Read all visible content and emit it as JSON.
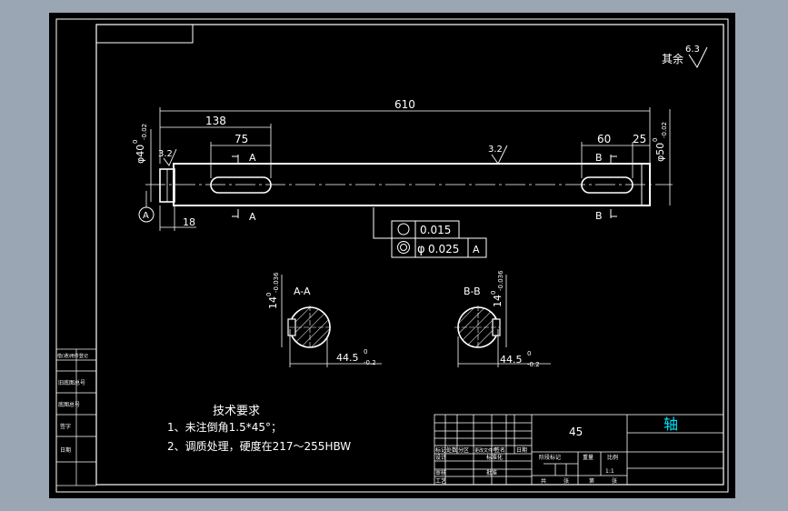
{
  "surface_roughness": {
    "general_label": "其余",
    "general_value": "6.3",
    "local_value": "3.2"
  },
  "dimensions": {
    "overall_length": "610",
    "key_a_offset": "138",
    "key_a_length": "75",
    "key_b_length": "60",
    "key_b_offset": "25",
    "left_step_length": "18",
    "left_diameter": "φ40",
    "left_tol_upper": "0",
    "left_tol_lower": "-0.02",
    "right_diameter": "φ50",
    "right_tol_upper": "0",
    "right_tol_lower": "-0.02",
    "keyway_width": "14",
    "keyway_tol_upper": "0",
    "keyway_tol_lower": "-0.036",
    "keyway_depth": "44.5",
    "keyway_depth_tol_upper": "0",
    "keyway_depth_tol_lower": "-0.2"
  },
  "section_marks": {
    "a": "A",
    "b": "B"
  },
  "section_views": {
    "a_title": "A-A",
    "b_title": "B-B"
  },
  "datum": {
    "label": "A"
  },
  "tolerance_frame": {
    "row1_value": "0.015",
    "row2_value": "0.025",
    "row2_phi": "φ",
    "row2_datum": "A"
  },
  "tech_requirements": {
    "title": "技术要求",
    "item1": "1、未注倒角1.5*45°；",
    "item2": "2、调质处理，硬度在217～255HBW"
  },
  "title_block": {
    "material": "45",
    "part_name": "轴",
    "ratio": "1:1",
    "headers": [
      "标记",
      "处数",
      "分区",
      "更改文件号",
      "签名",
      "日期"
    ],
    "row_labels": [
      "设计",
      "审核",
      "工艺"
    ],
    "mid_labels": [
      "标准化",
      "批准"
    ],
    "stage_labels": [
      "阶段标记",
      "重量",
      "比例"
    ],
    "sheet_labels": [
      "共",
      "张",
      "第",
      "张"
    ]
  },
  "side_strip": {
    "labels": [
      "借(通)用件登记",
      "旧底图总号",
      "底图总号",
      "签字",
      "日期"
    ]
  },
  "colors": {
    "paper": "#000000",
    "background": "#9aa6b4",
    "lines": "#ffffff",
    "title": "#00e5ff"
  }
}
